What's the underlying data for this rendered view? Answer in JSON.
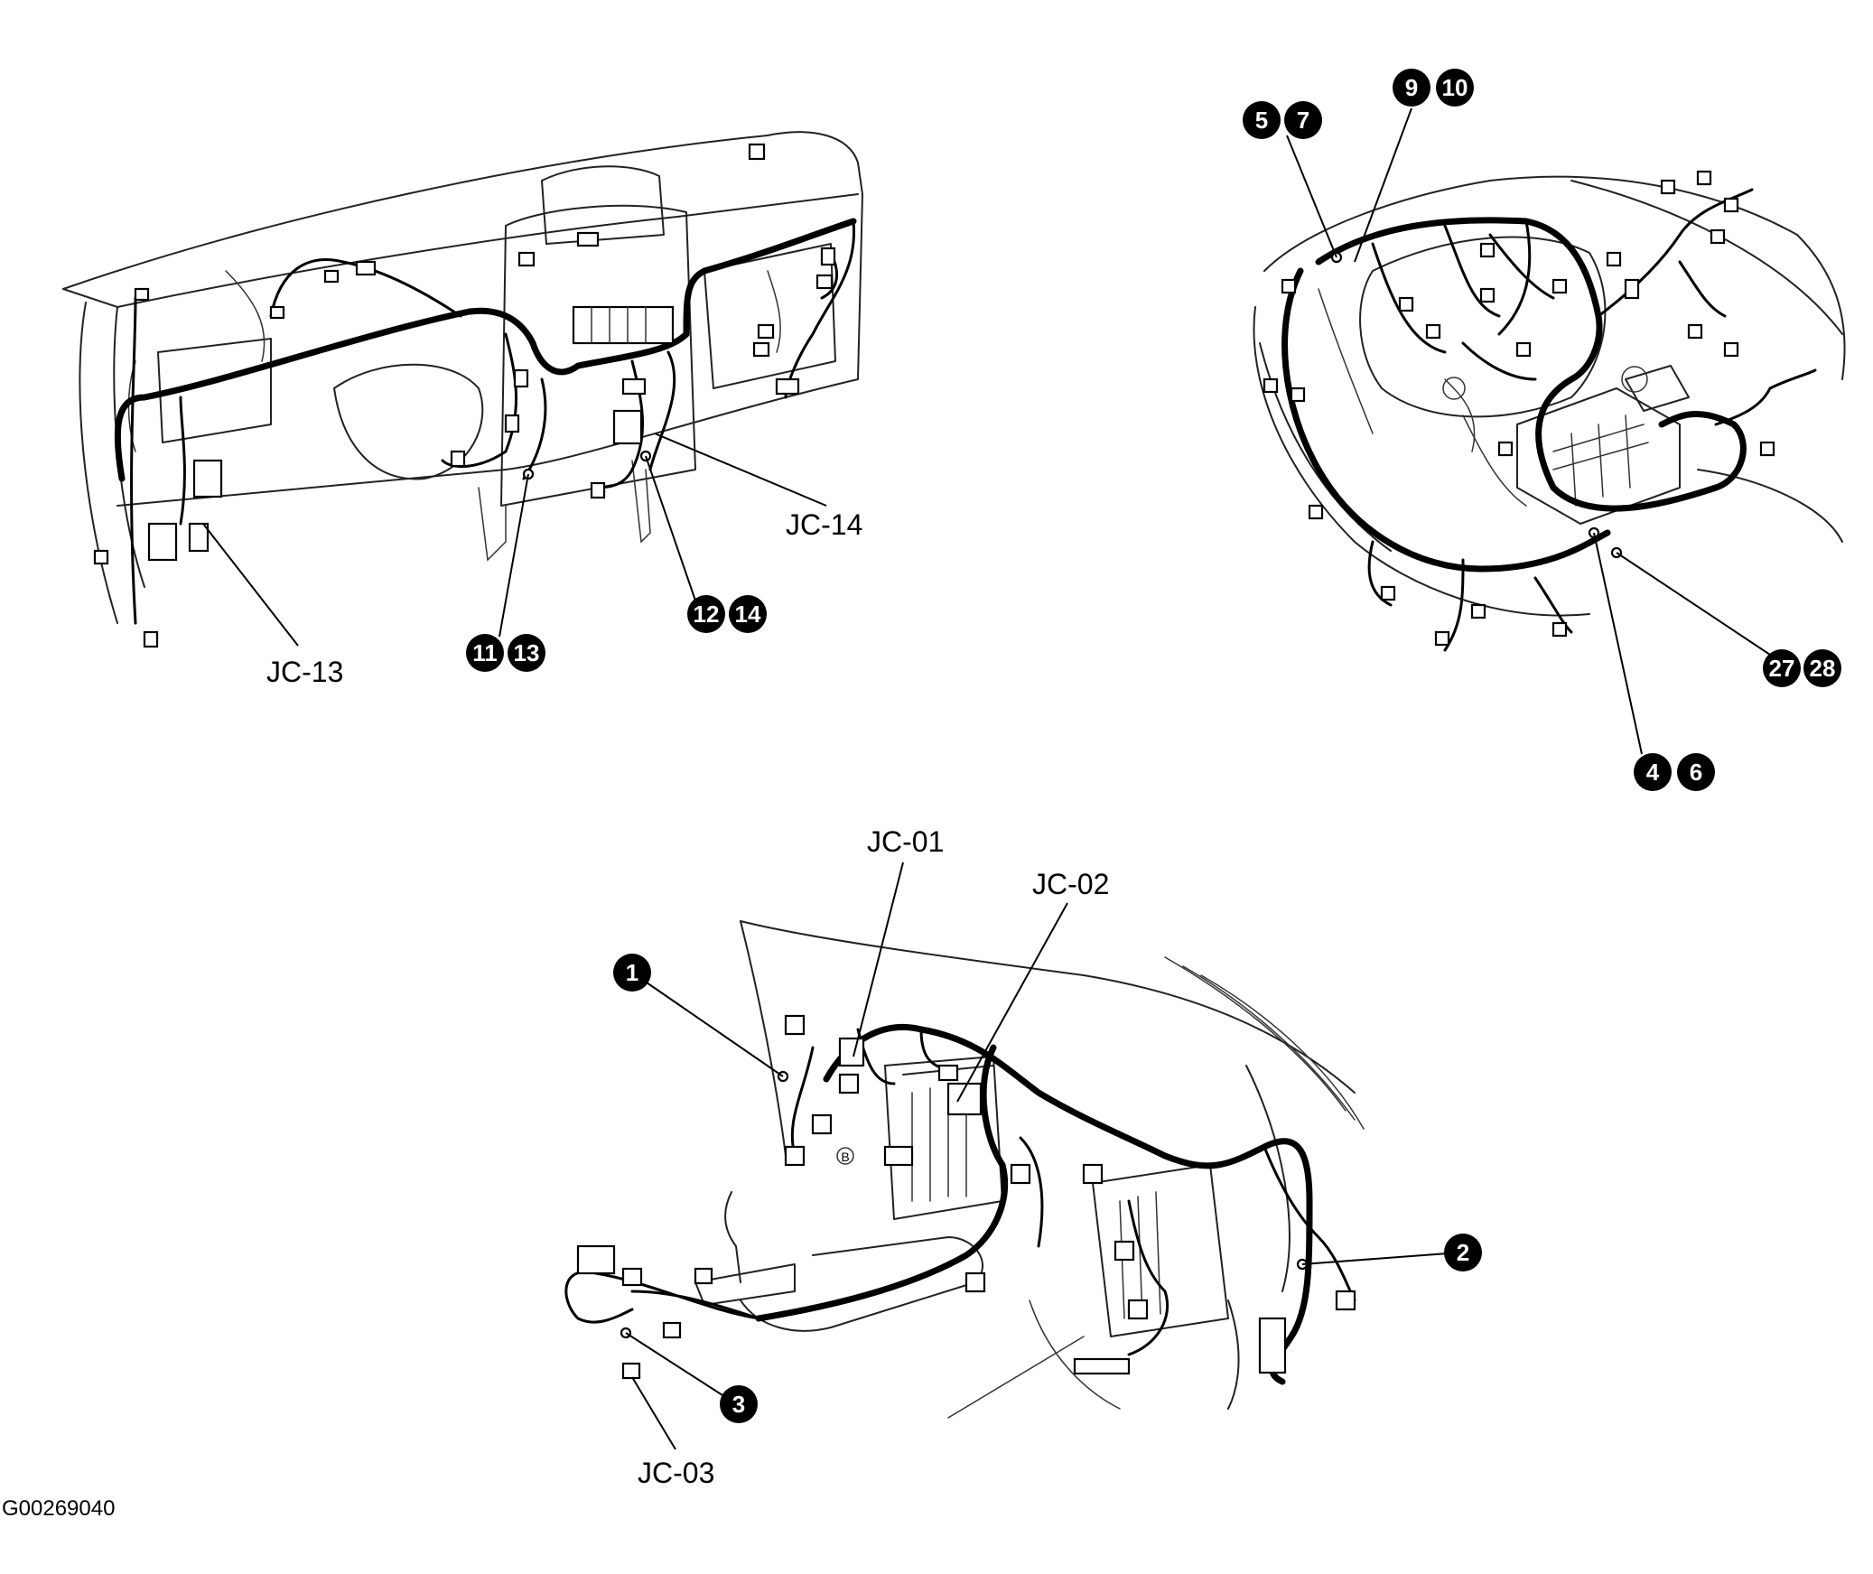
{
  "figure_code": "G00269040",
  "jc_labels": {
    "jc14": "JC-14",
    "jc13": "JC-13",
    "jc01": "JC-01",
    "jc02": "JC-02",
    "jc03": "JC-03"
  },
  "badges": {
    "b1": "1",
    "b2": "2",
    "b3": "3",
    "b4": "4",
    "b5": "5",
    "b6": "6",
    "b7": "7",
    "b9": "9",
    "b10": "10",
    "b11": "11",
    "b12": "12",
    "b13": "13",
    "b14": "14",
    "b27": "27",
    "b28": "28"
  },
  "ground_mark": "B"
}
